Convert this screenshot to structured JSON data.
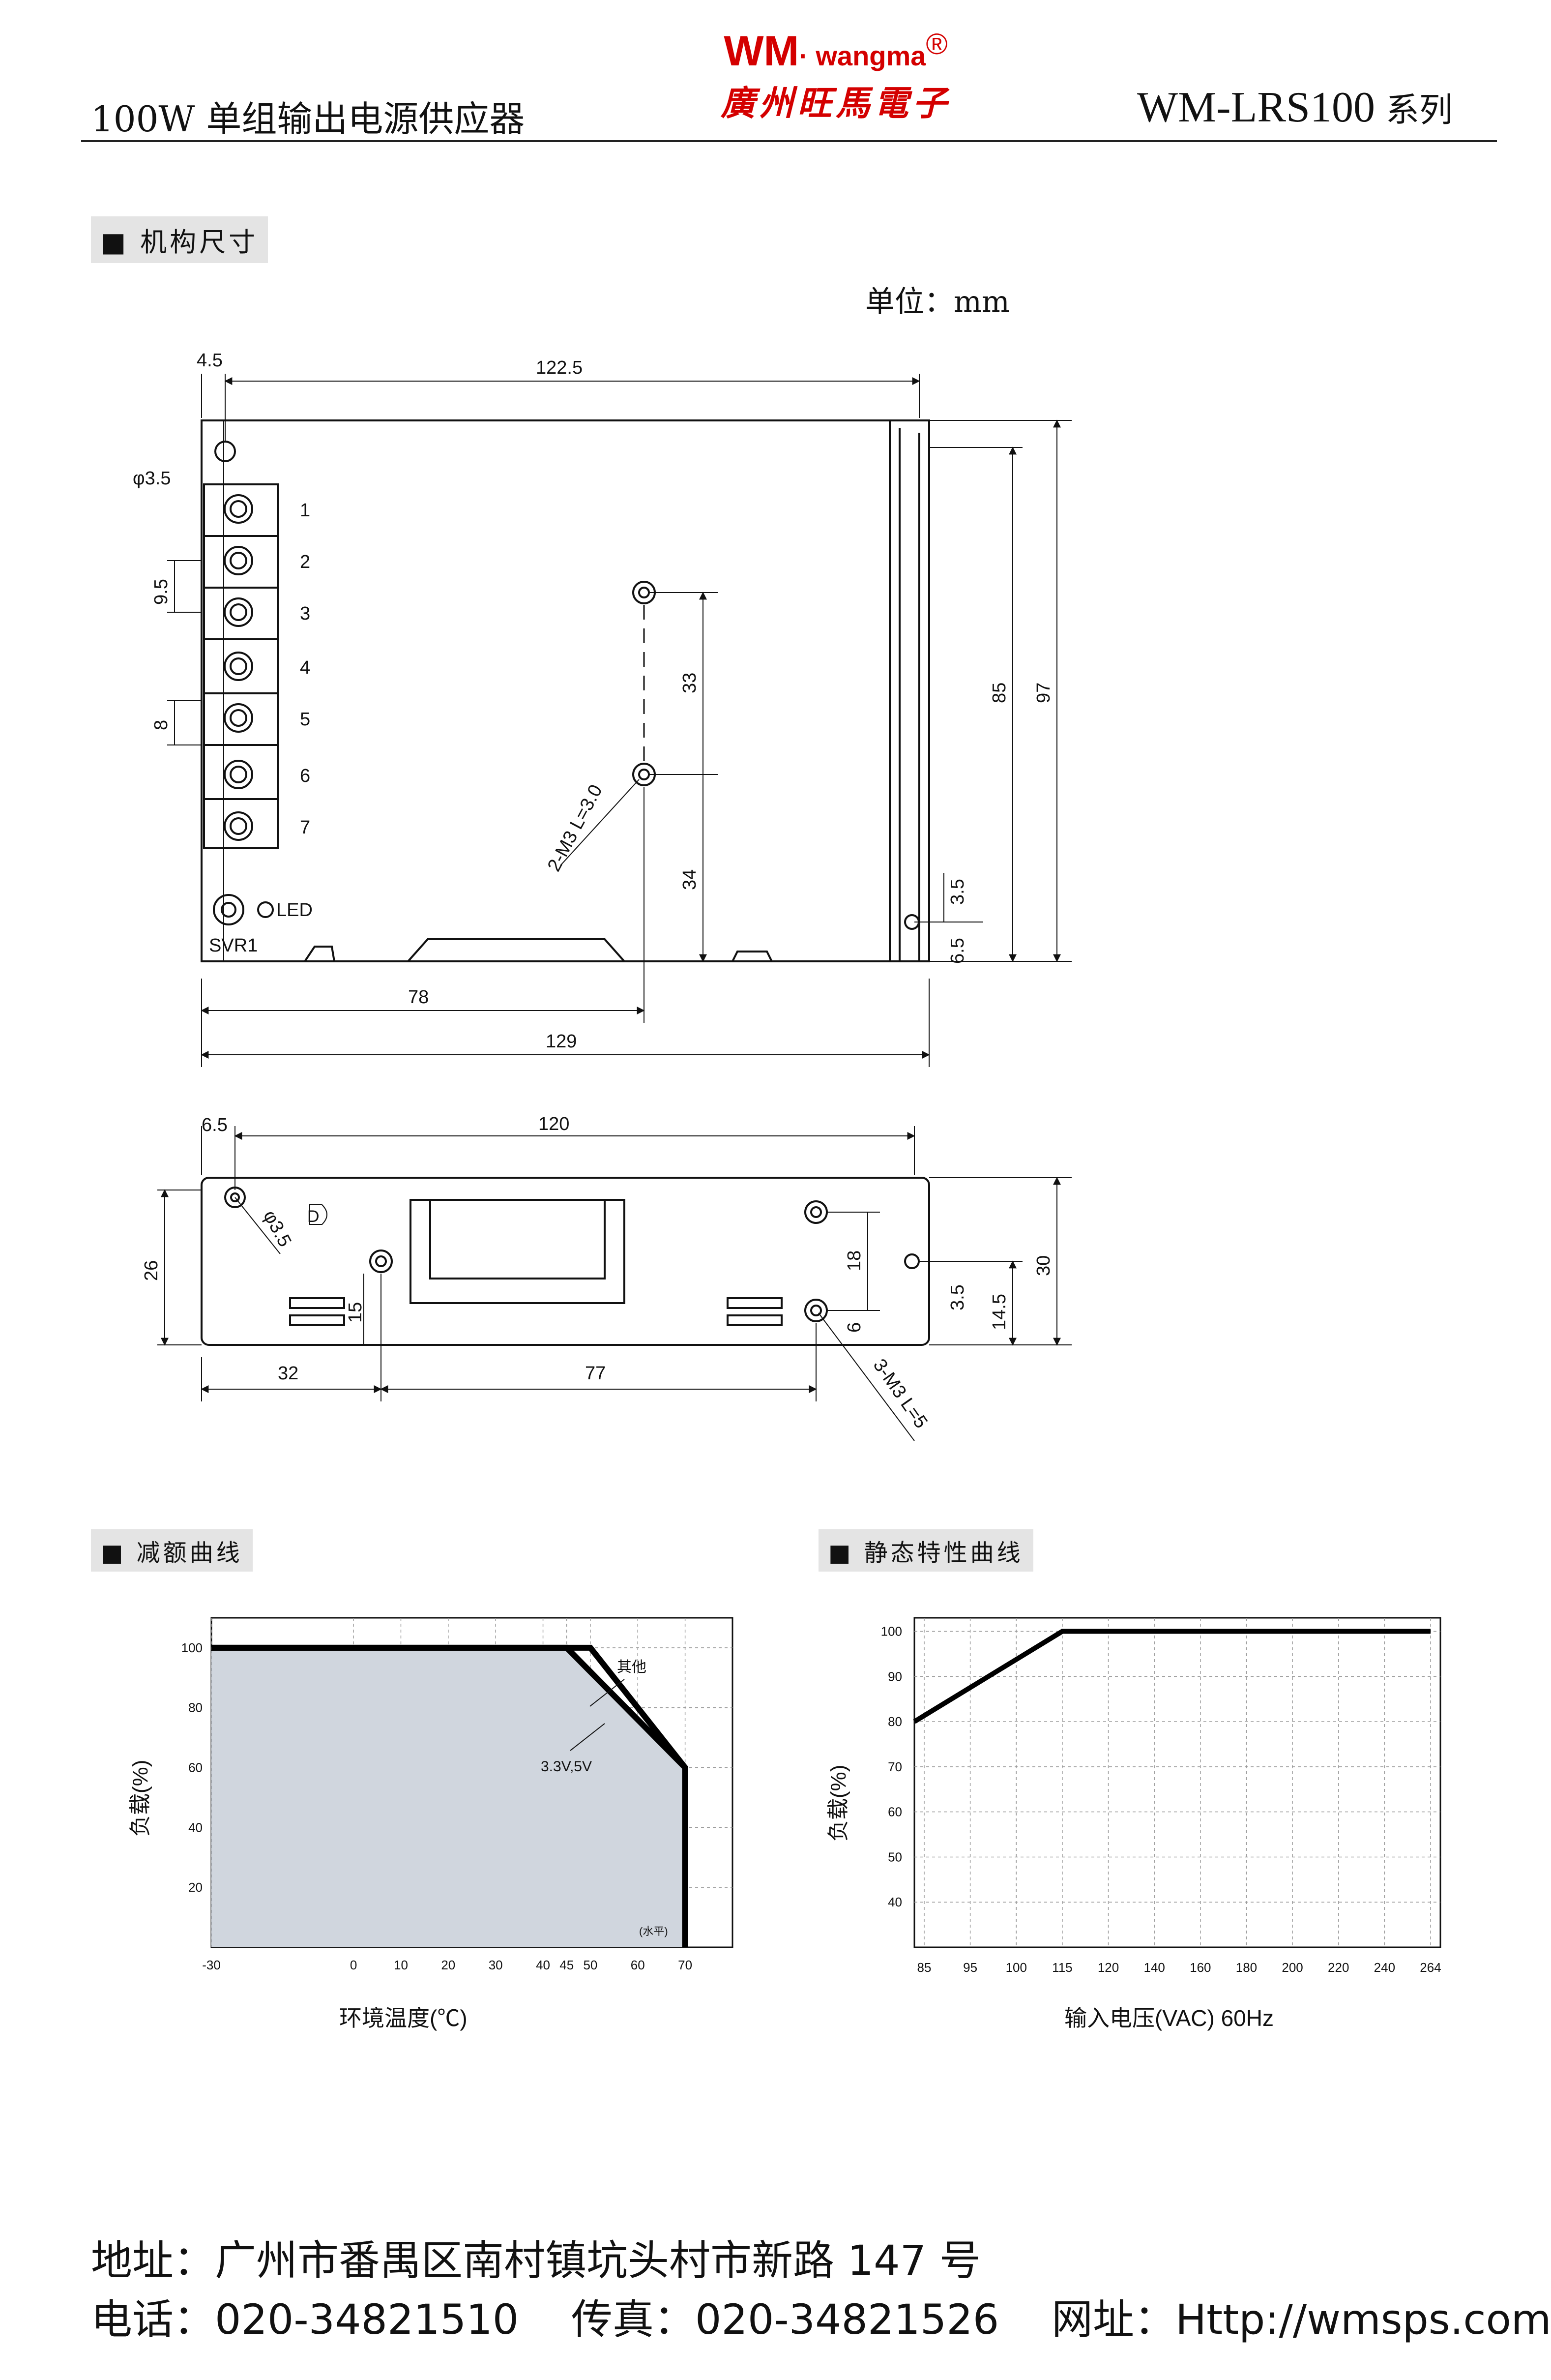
{
  "header": {
    "left_title": "100W 单组输出电源供应器",
    "model": "WM-LRS100",
    "series": "系列",
    "brand_wm": "WM",
    "brand_wangma": "wangma",
    "brand_reg": "®",
    "brand_cn": "廣州旺馬電子"
  },
  "mechanical": {
    "section_title": "■ 机构尺寸",
    "unit": "单位：mm",
    "top_view": {
      "dims": [
        "4.5",
        "122.5",
        "φ3.5",
        "9.5",
        "8",
        "33",
        "34",
        "2-M3 L=3.0",
        "85",
        "97",
        "3.5",
        "6.5",
        "78",
        "129"
      ],
      "terminals": [
        "1",
        "2",
        "3",
        "4",
        "5",
        "6",
        "7"
      ],
      "led_label": "LED",
      "svr_label": "SVR1"
    },
    "side_view": {
      "dims": [
        "6.5",
        "120",
        "φ3.5",
        "26",
        "15",
        "18",
        "6",
        "3.5",
        "14.5",
        "30",
        "32",
        "77",
        "3-M3 L=5"
      ],
      "mark": "D"
    }
  },
  "derating": {
    "section_title": "■ 减额曲线",
    "ylabel": "负载(%)",
    "xlabel": "环境温度(℃)",
    "x_suffix": "(水平)",
    "annotation_other": "其他",
    "annotation_33v": "3.3V,5V",
    "chart_data": {
      "type": "line",
      "x_ticks": [
        "-30",
        "0",
        "10",
        "20",
        "30",
        "40",
        "45",
        "50",
        "60",
        "70"
      ],
      "y_ticks": [
        "20",
        "40",
        "60",
        "80",
        "100"
      ],
      "xlim": [
        -30,
        80
      ],
      "ylim": [
        0,
        110
      ],
      "series": [
        {
          "name": "其他",
          "x": [
            -30,
            50,
            70,
            70
          ],
          "y": [
            100,
            100,
            60,
            0
          ]
        },
        {
          "name": "3.3V,5V",
          "x": [
            -30,
            45,
            70,
            70
          ],
          "y": [
            100,
            100,
            60,
            0
          ]
        }
      ]
    }
  },
  "static": {
    "section_title": "■ 静态特性曲线",
    "ylabel": "负载(%)",
    "xlabel": "输入电压(VAC) 60Hz",
    "chart_data": {
      "type": "line",
      "x_ticks": [
        "85",
        "95",
        "100",
        "115",
        "120",
        "140",
        "160",
        "180",
        "200",
        "220",
        "240",
        "264"
      ],
      "y_ticks": [
        "40",
        "50",
        "60",
        "70",
        "80",
        "90",
        "100"
      ],
      "ylim": [
        30,
        103
      ],
      "series": [
        {
          "x": [
            "85",
            "115",
            "264"
          ],
          "y": [
            80,
            100,
            100
          ]
        }
      ]
    }
  },
  "footer": {
    "address": "地址：广州市番禺区南村镇坑头村市新路 147 号",
    "phone": "电话：020-34821510    传真：020-34821526    网址：Http://wmsps.com"
  }
}
